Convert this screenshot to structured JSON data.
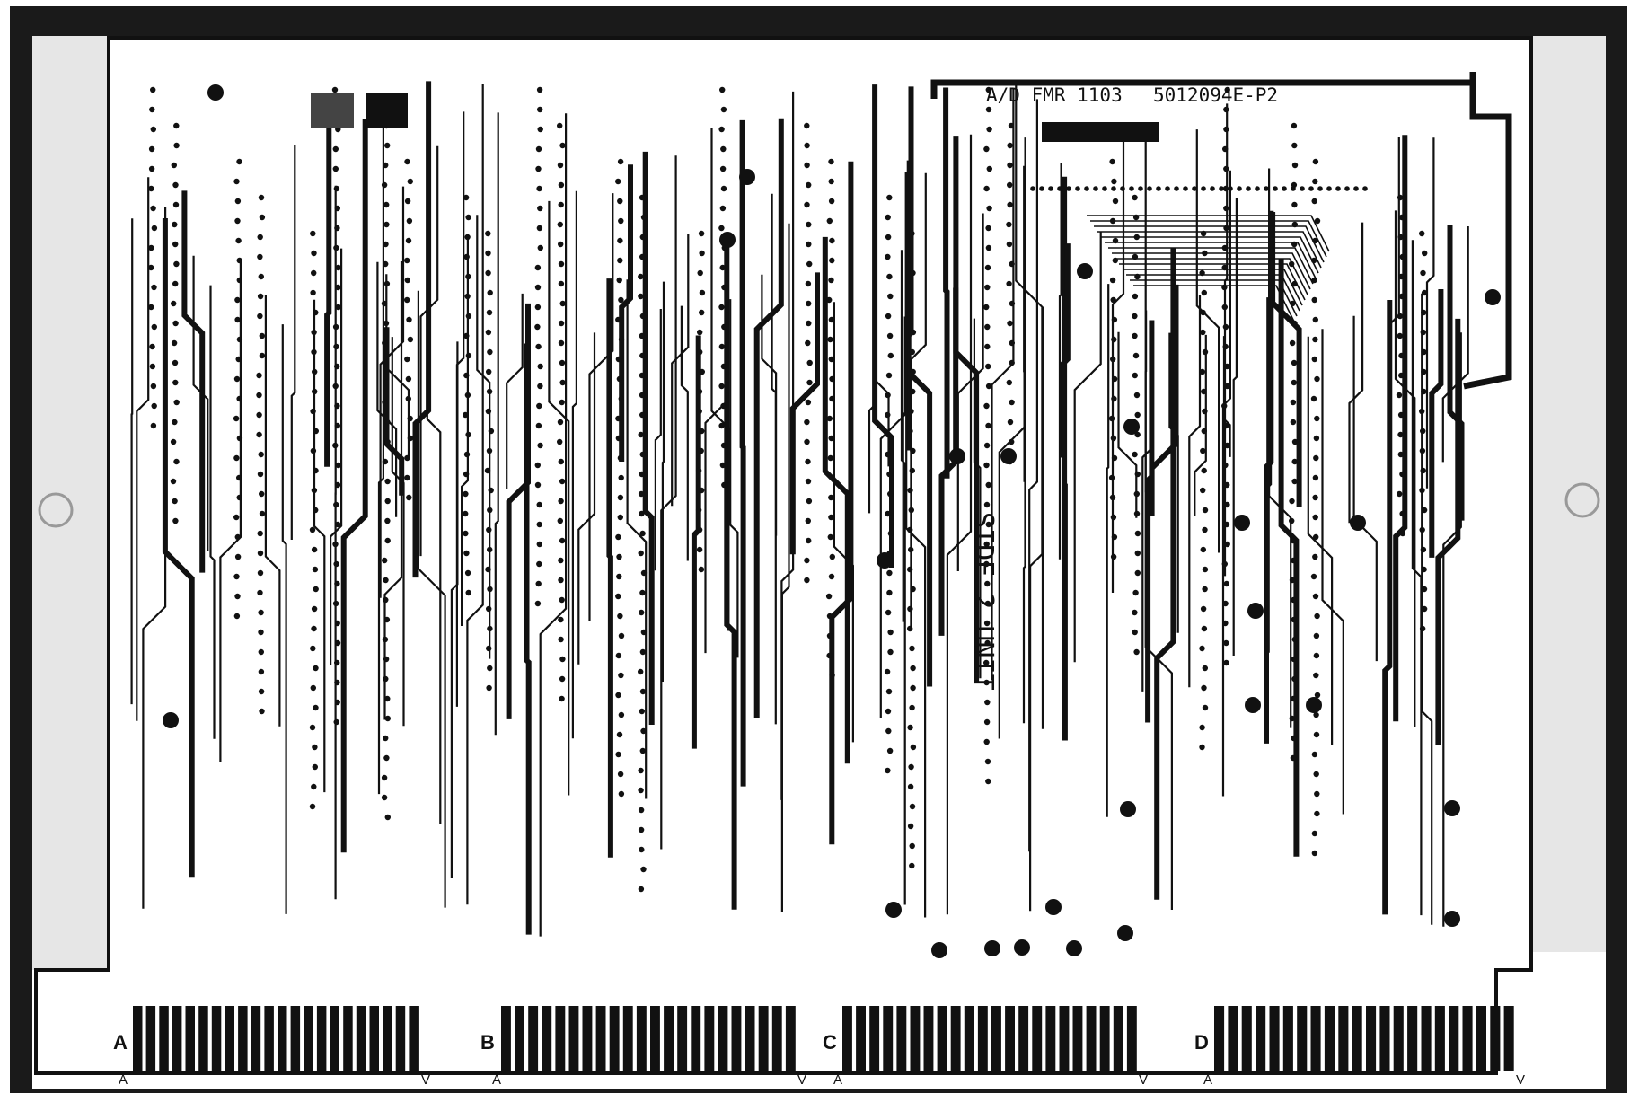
{
  "board": {
    "part_label": "A/D FMR 1103",
    "part_number": "5012094E-P2",
    "side_marking": "SIDE 2 UNIT",
    "colors": {
      "background": "#ffffff",
      "copper": "#111111",
      "frame": "#1a1a1a",
      "edge_glow": "#d9d9d9"
    }
  },
  "connectors": [
    {
      "id": "A",
      "label": "A",
      "pin_first": "A",
      "pin_last": "V"
    },
    {
      "id": "B",
      "label": "B",
      "pin_first": "A",
      "pin_last": "V"
    },
    {
      "id": "C",
      "label": "C",
      "pin_first": "A",
      "pin_last": "V"
    },
    {
      "id": "D",
      "label": "D",
      "pin_first": "A",
      "pin_last": "V"
    }
  ]
}
